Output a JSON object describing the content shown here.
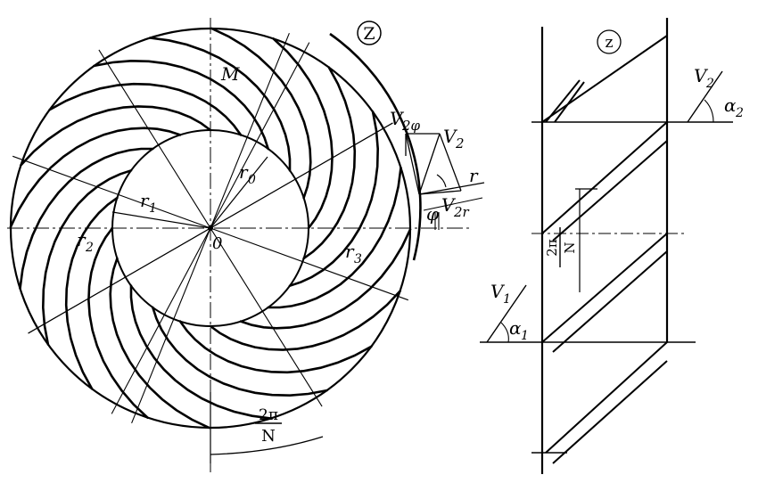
{
  "left_view": {
    "title": "Z",
    "labels": {
      "M": "M",
      "r0": "r",
      "r0_sub": "0",
      "r1": "r",
      "r1_sub": "1",
      "r2": "r",
      "r2_sub": "2",
      "r3": "r",
      "r3_sub": "3",
      "O": "0",
      "v2phi": "V",
      "v2phi_sub": "2φ",
      "v2": "V",
      "v2_sub": "2",
      "v2r": "V",
      "v2r_sub": "2r",
      "r_axis": "r",
      "phi": "φ",
      "pitch_num": "2π",
      "pitch_den": "N"
    }
  },
  "right_view": {
    "title": "z",
    "labels": {
      "v1": "V",
      "v1_sub": "1",
      "alpha1": "α",
      "alpha1_sub": "1",
      "v2": "V",
      "v2_sub": "2",
      "alpha2": "α",
      "alpha2_sub": "2",
      "pitch_num": "2π",
      "pitch_den": "N"
    }
  }
}
